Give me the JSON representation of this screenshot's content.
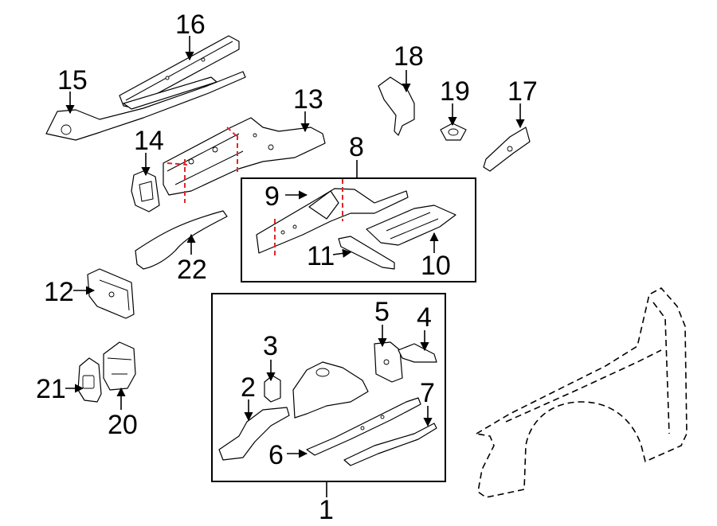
{
  "callouts": {
    "c1": "1",
    "c2": "2",
    "c3": "3",
    "c4": "4",
    "c5": "5",
    "c6": "6",
    "c7": "7",
    "c8": "8",
    "c9": "9",
    "c10": "10",
    "c11": "11",
    "c12": "12",
    "c13": "13",
    "c14": "14",
    "c15": "15",
    "c16": "16",
    "c17": "17",
    "c18": "18",
    "c19": "19",
    "c20": "20",
    "c21": "21",
    "c22": "22"
  },
  "colors": {
    "cut_line": "#e3262b",
    "line": "#000000",
    "background": "#ffffff"
  }
}
